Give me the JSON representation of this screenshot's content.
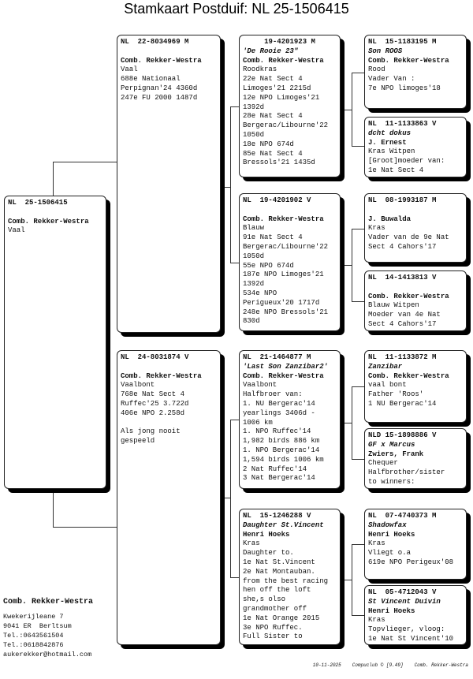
{
  "title": "Stamkaart Postduif: NL  25-1506415",
  "birds": [
    {
      "ring": "NL  25-1506415",
      "name": "",
      "owner": "Comb. Rekker-Westra",
      "lines": [
        "Vaal"
      ]
    },
    {
      "ring": "NL  22-8034969 M",
      "name": "",
      "owner": "Comb. Rekker-Westra",
      "lines": [
        "Vaal",
        "688e Nationaal",
        "Perpignan'24 4360d",
        "247e FU 2000 1487d"
      ]
    },
    {
      "ring": "NL  24-8031874 V",
      "name": "",
      "owner": "Comb. Rekker-Westra",
      "lines": [
        "Vaalbont",
        "768e Nat Sect 4",
        "Ruffec'25 3.722d",
        "406e NPO 2.258d",
        "",
        "Als jong nooit",
        "gespeeld"
      ]
    },
    {
      "ring": "19-4201923 M",
      "center": true,
      "name": "'De Rooie 23\"",
      "owner": "Comb. Rekker-Westra",
      "lines": [
        "Roodkras",
        "22e Nat Sect 4",
        "Limoges'21 2215d",
        "12e NPO Limoges'21",
        "1392d",
        "28e Nat Sect 4",
        "Bergerac/Libourne'22",
        "1050d",
        "18e NPO 674d",
        "85e Nat Sect 4",
        "Bressols'21 1435d"
      ]
    },
    {
      "ring": "NL  19-4201902 V",
      "name": "",
      "owner": "Comb. Rekker-Westra",
      "lines": [
        "Blauw",
        "91e Nat Sect 4",
        "Bergerac/Libourne'22",
        "1050d",
        "55e NPO 674d",
        "187e NPO Limoges'21",
        "1392d",
        "534e NPO",
        "Perigueux'20 1717d",
        "248e NPO Bressols'21",
        "830d"
      ]
    },
    {
      "ring": "NL  21-1464877 M",
      "name": "'Last Son Zanzibar2'",
      "owner": "Comb. Rekker-Westra",
      "lines": [
        "Vaalbont",
        "Halfbroer van:",
        "1. NU Bergerac'14",
        "yearlings 3406d -",
        "1006 km",
        "1. NPO Ruffec'14",
        "1,982 birds 886 km",
        "1. NPO Bergerac'14",
        "1,594 birds 1006 km",
        "2 Nat Ruffec'14",
        "3 Nat Bergerac'14"
      ]
    },
    {
      "ring": "NL  15-1246288 V",
      "name": "Daughter St.Vincent",
      "owner": "Henri Hoeks",
      "lines": [
        "Kras",
        "Daughter to.",
        "1e Nat St.Vincent",
        "2e Nat Montauban.",
        "from the best racing",
        "hen off the loft",
        "she,s olso",
        "grandmother off",
        "1e Nat Orange 2015",
        "3e NPO Ruffec.",
        "Full Sister to"
      ]
    },
    {
      "ring": "NL  15-1183195 M",
      "name": "Son ROOS",
      "owner": "Comb. Rekker-Westra",
      "lines": [
        "Rood",
        "Vader Van :",
        "7e NPO limoges'18"
      ]
    },
    {
      "ring": "NL  11-1133863 V",
      "name": "dcht dokus",
      "owner": "J. Ernest",
      "lines": [
        "Kras Witpen",
        "[Groot]moeder van:",
        "1e Nat Sect 4"
      ]
    },
    {
      "ring": "NL  08-1993187 M",
      "name": "",
      "owner": "J. Buwalda",
      "lines": [
        "Kras",
        "Vader van de 9e Nat",
        "Sect 4 Cahors'17"
      ]
    },
    {
      "ring": "NL  14-1413813 V",
      "name": "",
      "owner": "Comb. Rekker-Westra",
      "lines": [
        "Blauw Witpen",
        "Moeder van 4e Nat",
        "Sect 4 Cahors'17"
      ]
    },
    {
      "ring": "NL  11-1133872 M",
      "name": "Zanzibar",
      "owner": "Comb. Rekker-Westra",
      "lines": [
        "vaal bont",
        "Father 'Roos'",
        "1 NU Bergerac'14"
      ]
    },
    {
      "ring": "NLD 15-1898886 V",
      "name": "GF x Marcus",
      "owner": "Zwiers, Frank",
      "lines": [
        "Chequer",
        "Halfbrother/sister",
        "to winners:"
      ]
    },
    {
      "ring": "NL  07-4740373 M",
      "name": "Shadowfax",
      "owner": "Henri Hoeks",
      "lines": [
        "Kras",
        "Vliegt o.a",
        "619e NPO Perigeux'08"
      ]
    },
    {
      "ring": "NL  05-4712043 V",
      "name": "St Vincent Duivin",
      "owner": "Henri Hoeks",
      "lines": [
        "Kras",
        "Topvlieger, vloog:",
        "1e Nat St Vincent'10"
      ]
    }
  ],
  "breeder": {
    "name": "Comb. Rekker-Westra",
    "address": "Kwekerijleane 7",
    "city": "9041 ER  Berltsum",
    "phone1": "Tel.:0643561504",
    "phone2": "Tel.:0618842876",
    "email": "aukerekker@hotmail.com"
  },
  "footer": {
    "date": "10-11-2025",
    "software": "Compuclub © [9.49]",
    "owner": "Comb. Rekker-Westra"
  }
}
